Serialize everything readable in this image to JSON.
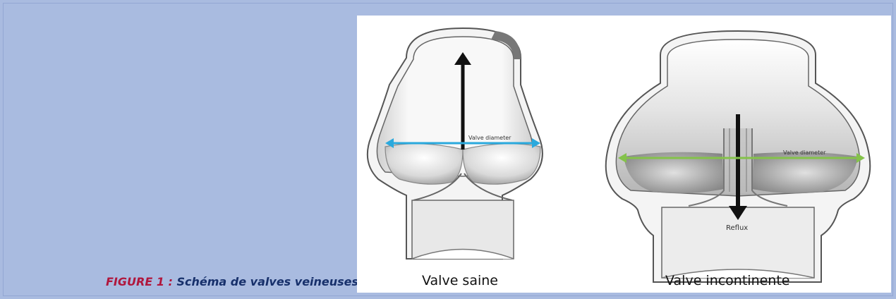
{
  "caption": {
    "label": "FIGURE 1 :",
    "text": " Schéma de valves veineuses."
  },
  "figure": {
    "left_panel": {
      "name": "Valve saine",
      "diameter_label": "Valve diameter",
      "diameter_color": "#2aa9dd",
      "flow_direction": "up"
    },
    "right_panel": {
      "name": "Valve incontinente",
      "diameter_label": "Valve diameter",
      "reflux_label": "Reflux",
      "diameter_color": "#84c24a",
      "flow_direction": "down"
    }
  },
  "colors": {
    "background": "#a9bbe0",
    "caption_label": "#b0163c",
    "caption_text": "#17306b"
  }
}
